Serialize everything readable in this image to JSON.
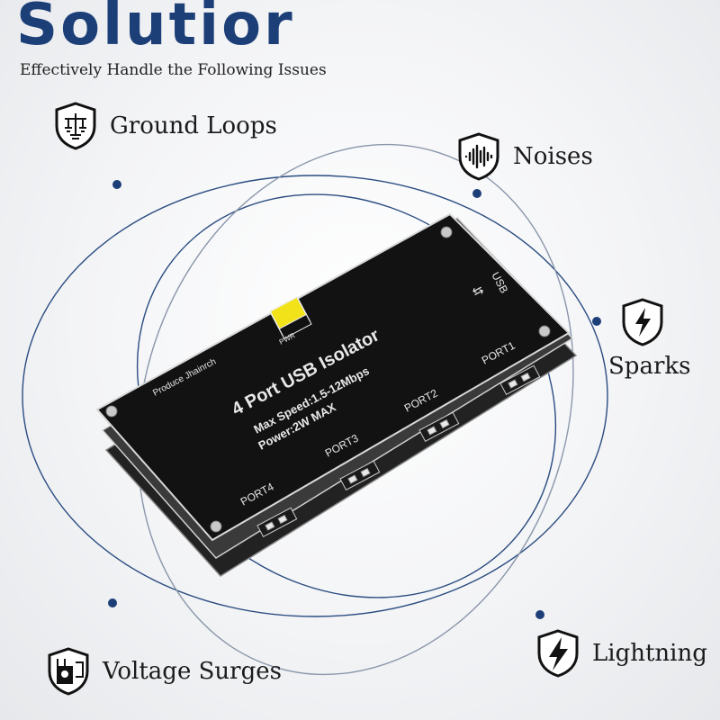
{
  "header": {
    "title": "Solutior",
    "subtitle": "Effectively Handle the Following Issues"
  },
  "issues": [
    {
      "label": "Ground Loops",
      "icon": "ground-loop-icon"
    },
    {
      "label": "Noises",
      "icon": "noise-wave-icon"
    },
    {
      "label": "Sparks",
      "icon": "spark-bolt-icon"
    },
    {
      "label": "Lightning",
      "icon": "lightning-bolt-icon"
    },
    {
      "label": "Voltage Surges",
      "icon": "voltage-surge-icon"
    }
  ],
  "device": {
    "title": "4 Port USB Isolator",
    "speed": "Max Speed:1.5-12Mbps",
    "power": "Power:2W MAX",
    "brand": "Produce Jhainrch",
    "pwr": "PWR",
    "usb": "USB",
    "ports": [
      "PORT1",
      "PORT2",
      "PORT3",
      "PORT4"
    ]
  },
  "colors": {
    "title": "#1d3f78",
    "orbit": "#2a4c80",
    "board": "#121212",
    "pwr_led": "#f2e21a"
  }
}
